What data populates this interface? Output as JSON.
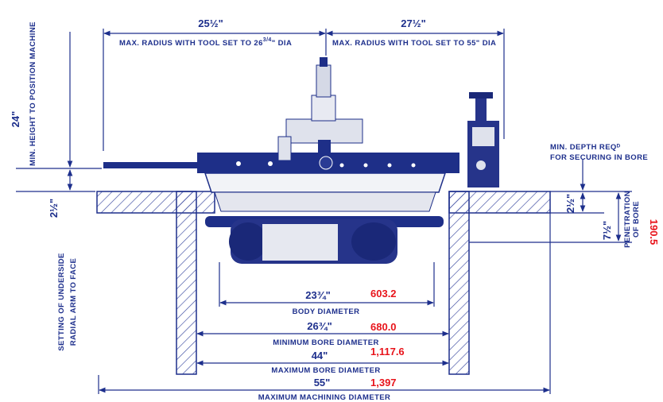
{
  "colors": {
    "ink": "#1d2f8c",
    "metric": "#e8141b",
    "hatch": "#3a4aa0",
    "machine": "#1e2f88"
  },
  "top_dims": {
    "left_value": "25½\"",
    "left_label_a": "MAX. RADIUS WITH TOOL SET TO 26",
    "left_label_frac": "3/4",
    "left_label_b": "\" DIA",
    "right_value": "27½\"",
    "right_label": "MAX. RADIUS WITH TOOL SET TO 55",
    "right_label_b": "\" DIA"
  },
  "left_dims": {
    "height_value": "24\"",
    "height_label": "MIN. HEIGHT TO POSITION MACHINE",
    "setting_value": "2½\"",
    "setting_label_1": "SETTING OF UNDERSIDE",
    "setting_label_2": "RADIAL ARM TO FACE"
  },
  "right_dims": {
    "depth_label_1": "MIN. DEPTH REQᴰ",
    "depth_label_2": "FOR SECURING IN BORE",
    "depth_value": "2½\"",
    "penetration_value": "7½\"",
    "penetration_label_1": "PENETRATION",
    "penetration_label_2": "OF BORE",
    "penetration_metric": "190.5"
  },
  "bottom_dims": [
    {
      "value": "23¾\"",
      "label": "BODY DIAMETER",
      "metric": "603.2"
    },
    {
      "value": "26¾\"",
      "label": "MINIMUM BORE DIAMETER",
      "metric": "680.0"
    },
    {
      "value": "44\"",
      "label": "MAXIMUM BORE DIAMETER",
      "metric": "1,117.6"
    },
    {
      "value": "55\"",
      "label": "MAXIMUM MACHINING DIAMETER",
      "metric": "1,397"
    }
  ]
}
